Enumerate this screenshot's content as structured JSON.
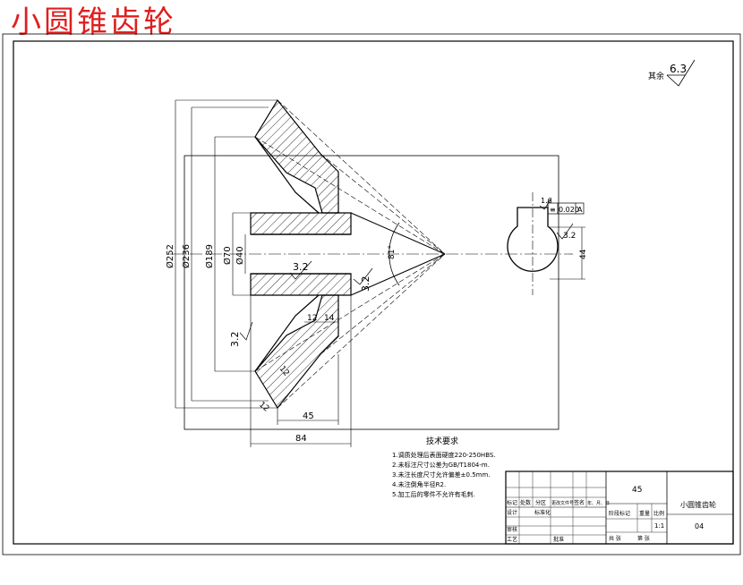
{
  "title": "小圆锥齿轮",
  "roughness_note": {
    "label": "其余",
    "value": "6.3"
  },
  "dimensions": {
    "d252": "Ø252",
    "d236": "Ø236",
    "d189": "Ø189",
    "d70": "Ø70",
    "d40": "Ø40",
    "len45": "45",
    "len84": "84",
    "w12": "12",
    "w14": "14",
    "angle": "81°",
    "chamfer1": "12",
    "chamfer2": "12",
    "keyway_depth": "44",
    "tol": "0.020",
    "datum": "A",
    "rough_16": "1.6"
  },
  "roughness_marks": {
    "bore": "3.2",
    "face": "3.2",
    "left": "3.2",
    "key": "3.2"
  },
  "tech_requirements": {
    "heading": "技术要求",
    "items": [
      "1.调质处理后表面硬度220-250HBS.",
      "2.未标注尺寸公差为GB/T1804-m.",
      "3.未注长度尺寸允许偏差±0.5mm.",
      "4.未注倒角半径R2.",
      "5.加工后的零件不允许有毛刺."
    ]
  },
  "title_block": {
    "material": "45",
    "part_name": "小圆锥齿轮",
    "drawing_no": "04",
    "scale": "1:1",
    "cells": [
      "标记",
      "处数",
      "分区",
      "更改文件号",
      "签名",
      "年、月、日",
      "设计",
      "标准化",
      "审核",
      "工艺",
      "批准",
      "阶段标记",
      "重量",
      "比例",
      "共  张",
      "第  张"
    ]
  }
}
